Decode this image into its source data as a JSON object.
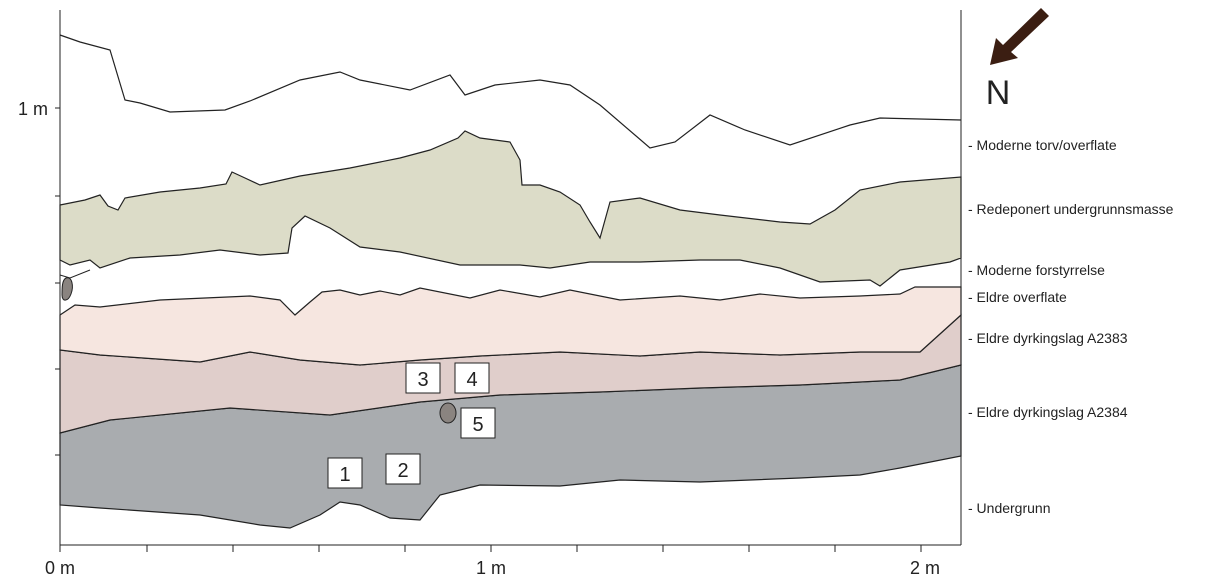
{
  "axes": {
    "x_labels": [
      "0 m",
      "1 m",
      "2 m"
    ],
    "y_label": "1 m"
  },
  "north": {
    "label": "N"
  },
  "layers": [
    {
      "label": "- Moderne torv/overflate"
    },
    {
      "label": "- Redeponert undergrunnsmasse"
    },
    {
      "label": "- Moderne forstyrrelse"
    },
    {
      "label": "- Eldre overflate"
    },
    {
      "label": "- Eldre dyrkingslag A2383"
    },
    {
      "label": "- Eldre dyrkingslag A2384"
    },
    {
      "label": "- Undergrunn"
    }
  ],
  "samples": [
    "1",
    "2",
    "3",
    "4",
    "5"
  ],
  "colors": {
    "redeponert": "#dcdcc8",
    "eldre_overflate": "#f6e6e0",
    "a2383": "#e0cecb",
    "a2384": "#a9acaf",
    "stone": "#8a8480",
    "arrow": "#3b1e12"
  }
}
